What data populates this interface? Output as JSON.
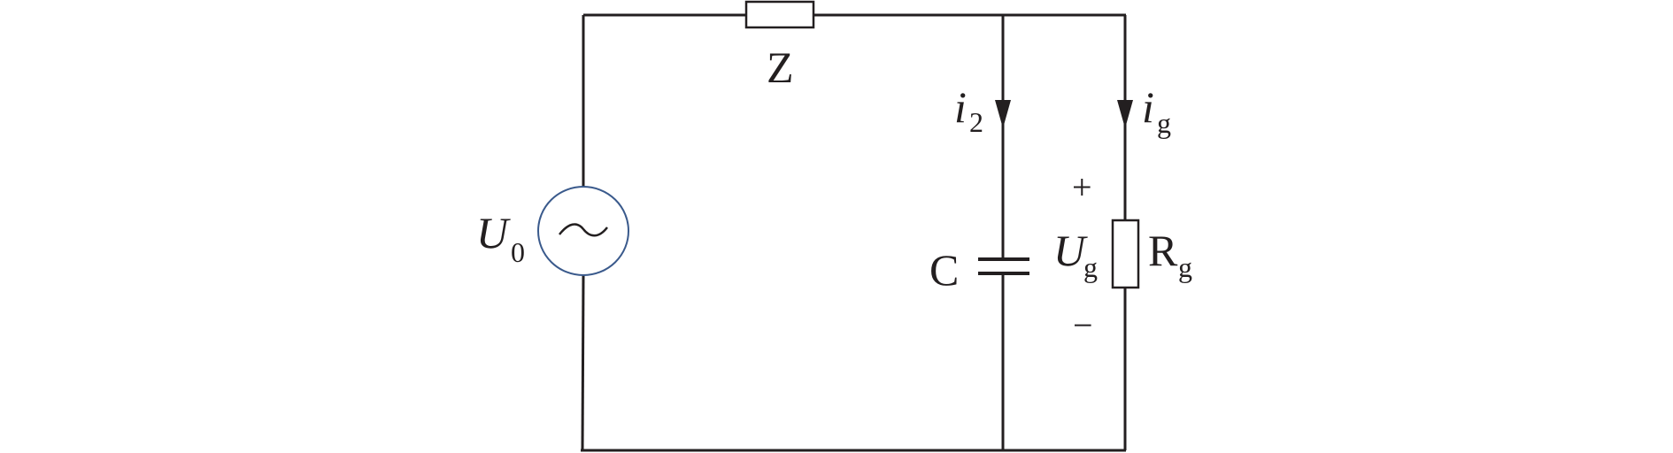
{
  "diagram": {
    "impedance": {
      "label": "Z"
    },
    "source": {
      "label": "U",
      "sub": "0"
    },
    "capacitor": {
      "label": "C"
    },
    "resistor": {
      "label": "R",
      "sub": "g"
    },
    "current_capacitor": {
      "label": "i",
      "sub": "2"
    },
    "current_resistor": {
      "label": "i",
      "sub": "g"
    },
    "voltage_resistor": {
      "label": "U",
      "sub": "g",
      "plus": "+",
      "minus": "−"
    },
    "colors": {
      "wire": "#231f20",
      "source_circle": "#3a5a8c"
    }
  }
}
